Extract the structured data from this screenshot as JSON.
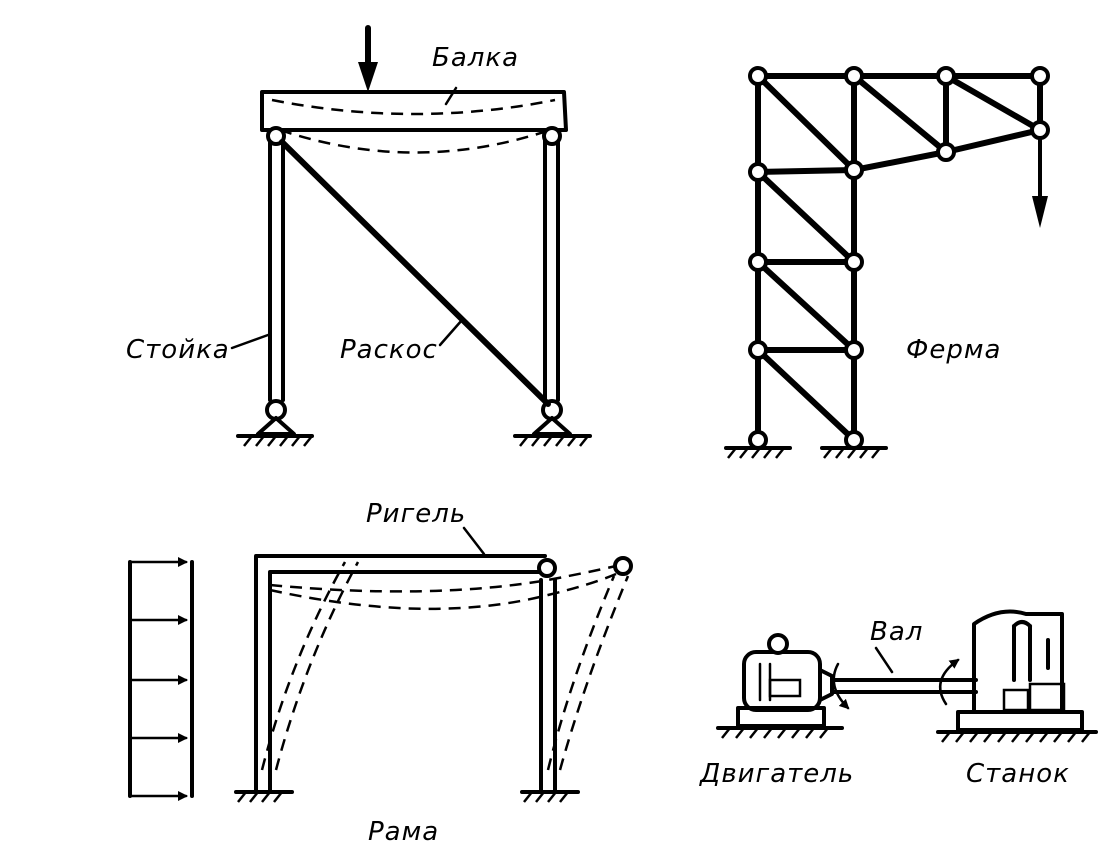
{
  "labels": {
    "balka": "Балка",
    "stoyka": "Стойка",
    "raskos": "Раскос",
    "ferma": "Ферма",
    "rigel": "Ригель",
    "rama": "Рама",
    "val": "Вал",
    "dvigatel": "Двигатель",
    "stanok": "Станок"
  }
}
